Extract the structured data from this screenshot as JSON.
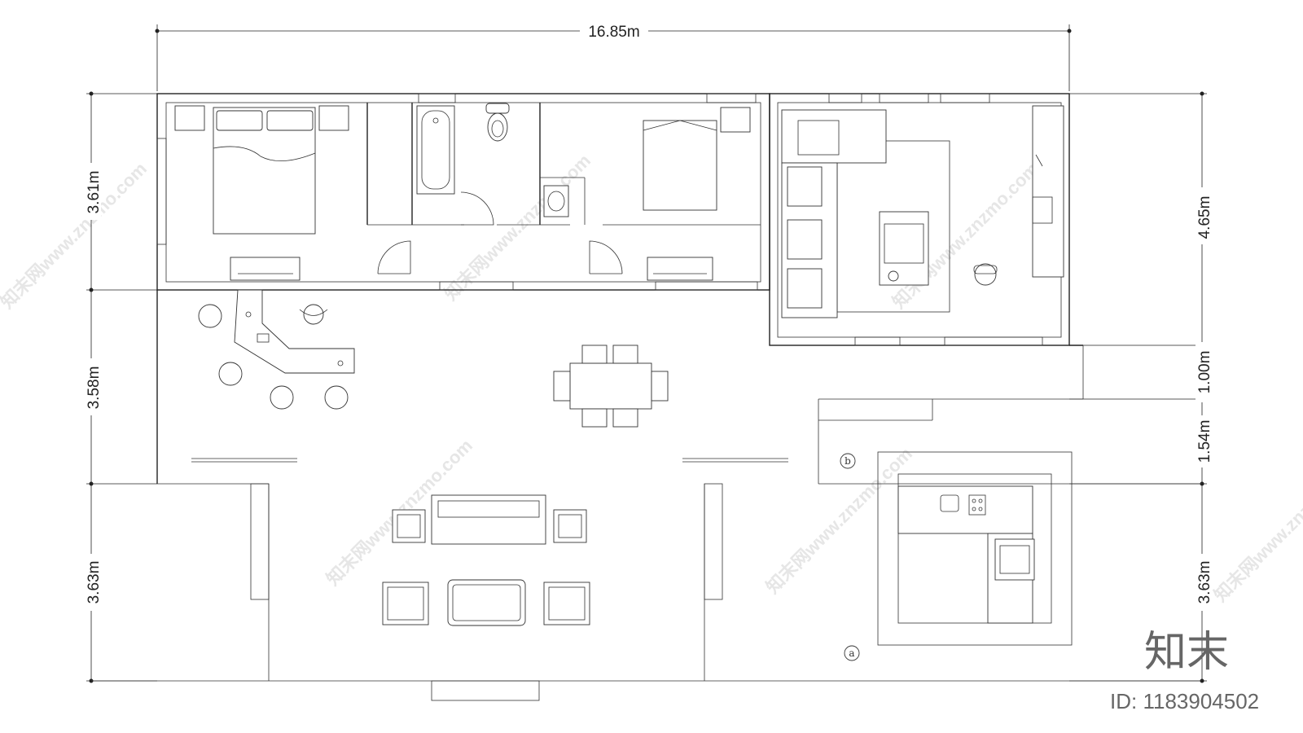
{
  "dimensions": {
    "overall_width": "16.85m",
    "left_top": "3.61m",
    "left_middle": "3.58m",
    "left_bottom": "3.63m",
    "right_top": "4.65m",
    "right_gap": "1.00m",
    "right_middle": "1.54m",
    "right_bottom": "3.63m"
  },
  "markers": {
    "a": "a",
    "b": "b"
  },
  "watermark": {
    "site": "知末网www.znzmo.com",
    "logo": "知末",
    "id": "ID: 1183904502"
  },
  "colors": {
    "line": "#222222",
    "watermark": "#e6e6e6",
    "logo": "#666666"
  }
}
